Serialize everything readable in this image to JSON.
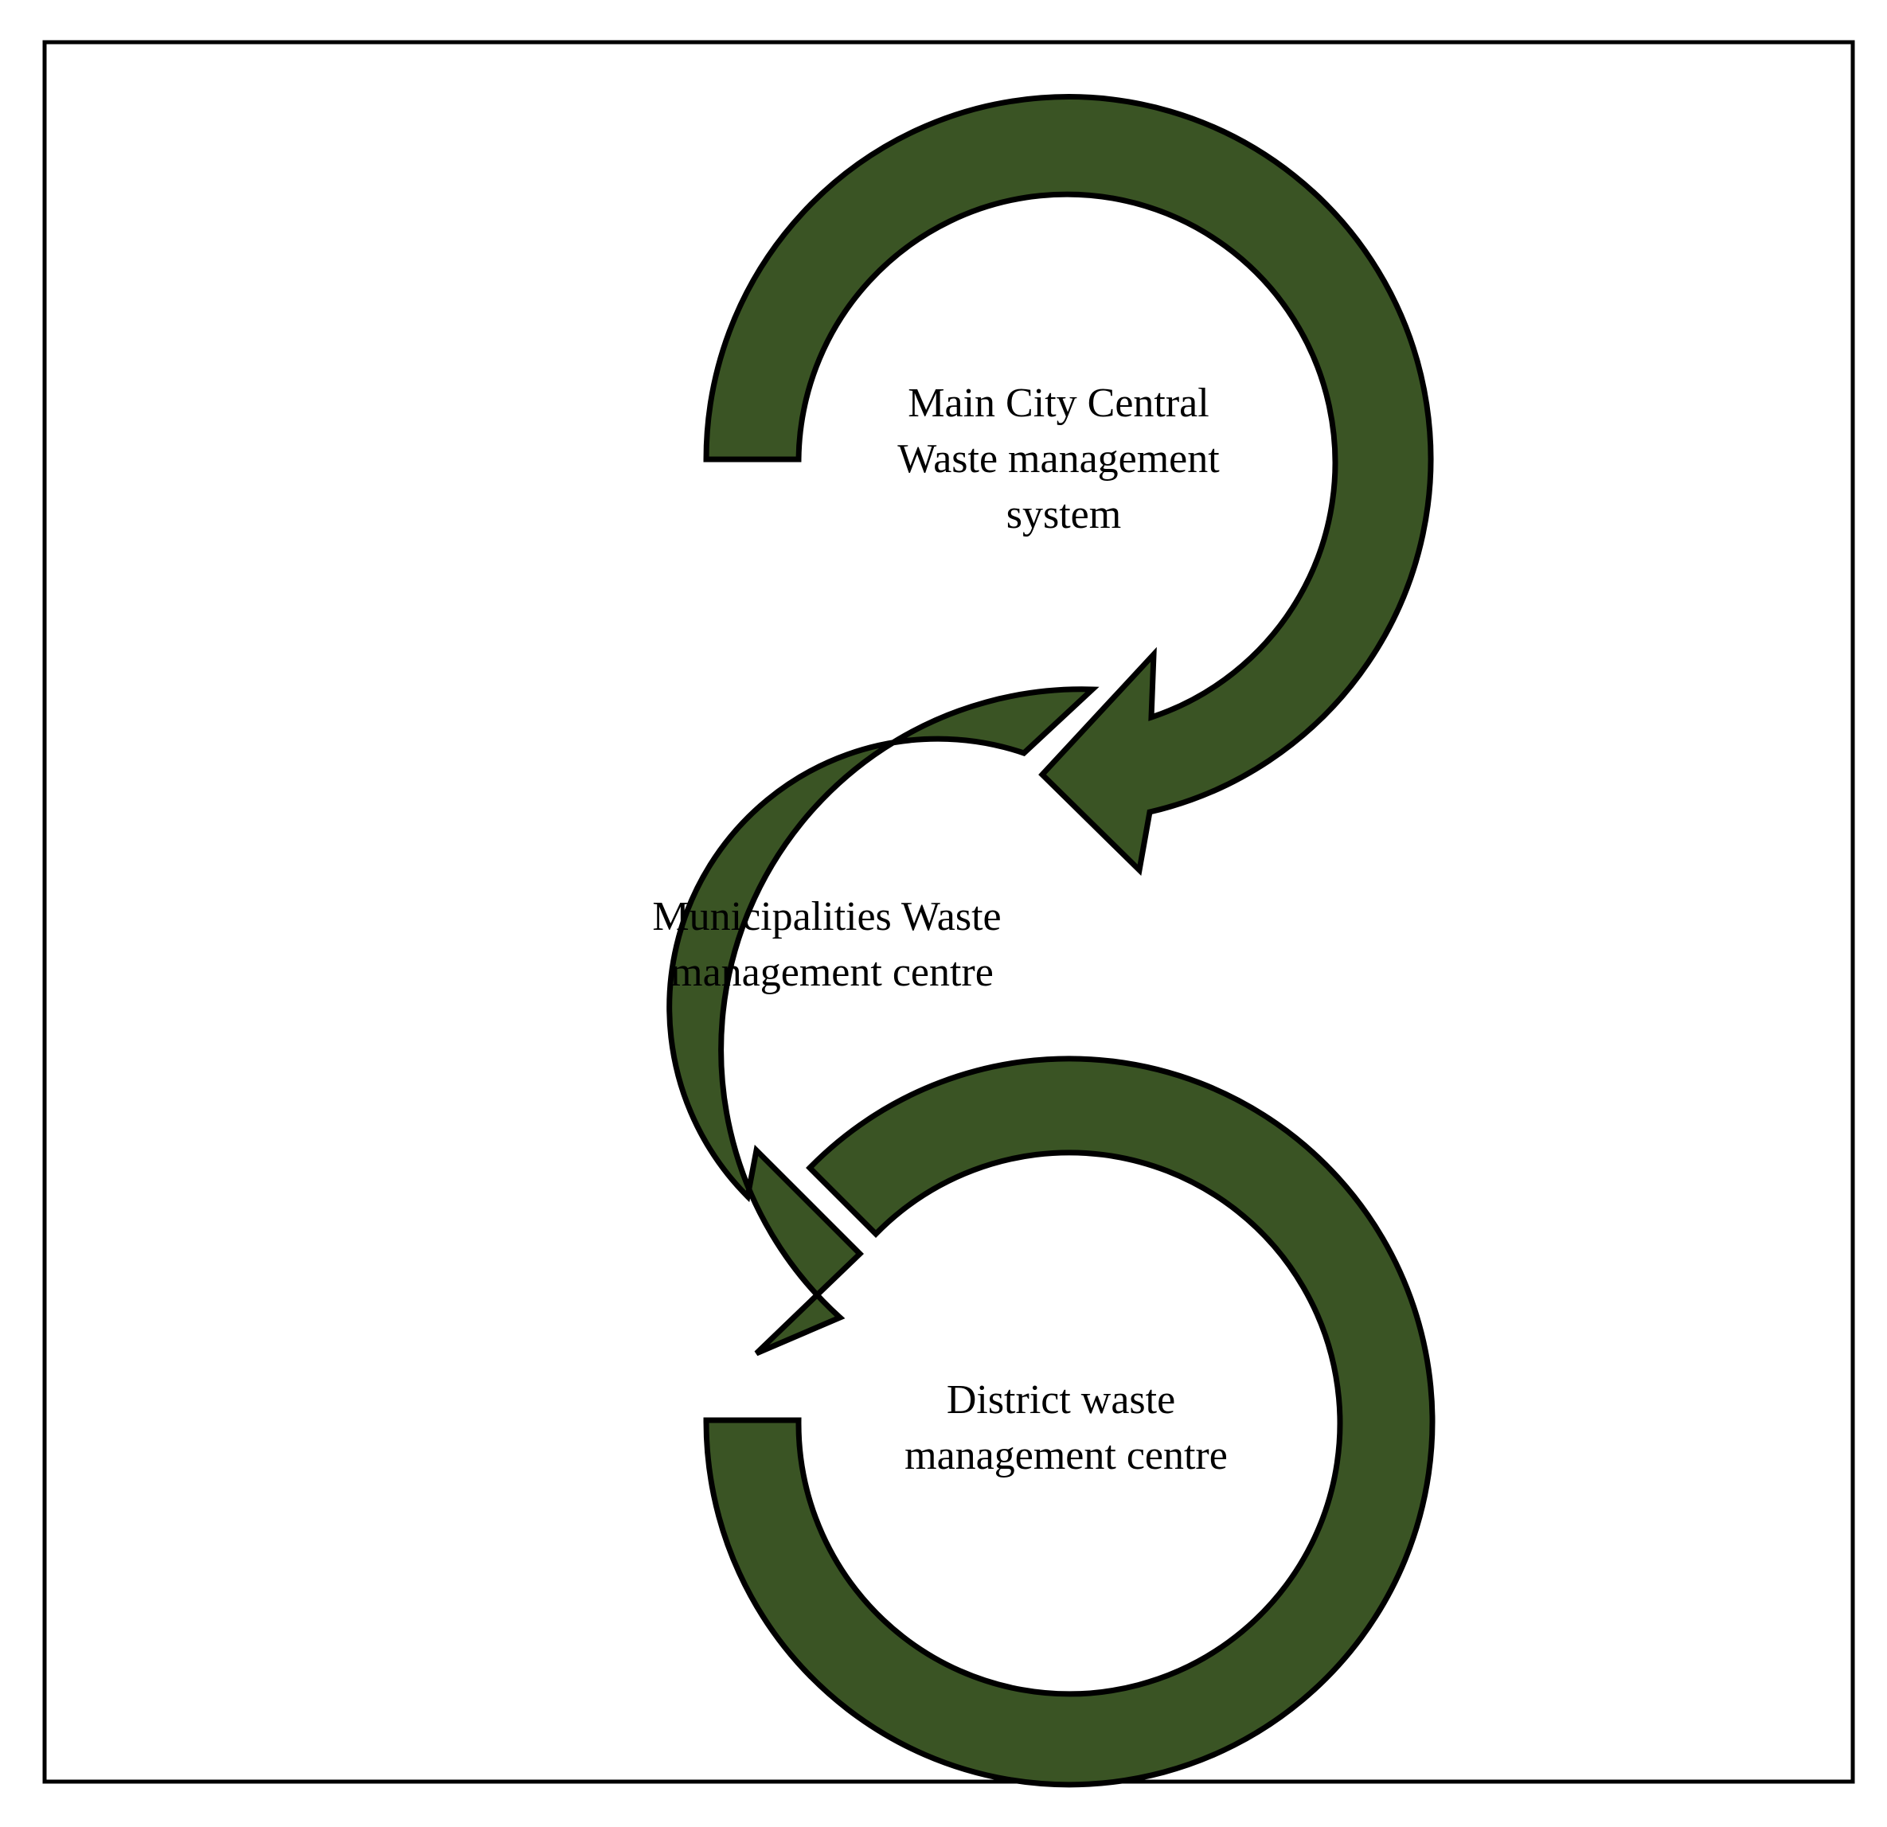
{
  "diagram": {
    "colors": {
      "arrow_fill": "#3a5424",
      "arrow_stroke": "#000000",
      "frame_stroke": "#000000",
      "text": "#000000"
    },
    "nodes": [
      {
        "id": "main-city",
        "lines": [
          "Main City Central",
          "Waste management",
          "system"
        ]
      },
      {
        "id": "municipalities",
        "lines": [
          "Municipalities Waste",
          "management centre"
        ]
      },
      {
        "id": "district",
        "lines": [
          "District waste",
          "management centre"
        ]
      }
    ],
    "flow": [
      {
        "from": "main-city",
        "to": "municipalities"
      },
      {
        "from": "municipalities",
        "to": "district"
      }
    ]
  }
}
